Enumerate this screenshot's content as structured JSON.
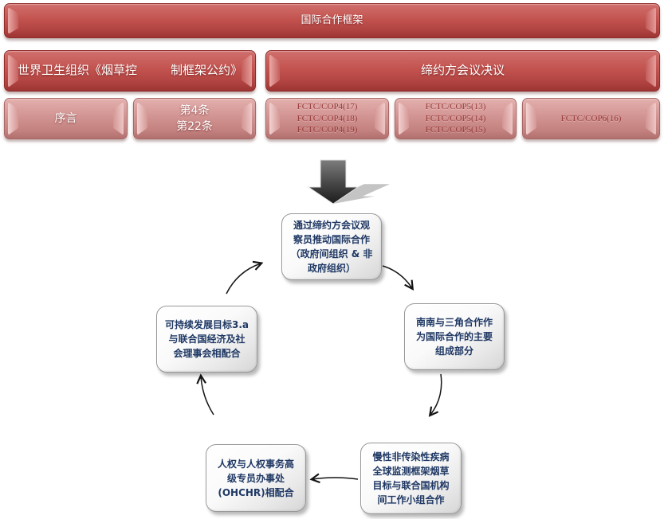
{
  "header": {
    "title": "国际合作框架"
  },
  "level2": {
    "fctc_title_left": "世界卫生组织《烟草控",
    "fctc_title_right": "制框架公约》",
    "cop_decisions_title": "缔约方会议决议"
  },
  "level3": {
    "preamble": "序言",
    "articles": {
      "lines": [
        "第4条",
        "第22条"
      ]
    },
    "cop4": {
      "lines": [
        "FCTC/COP4(17)",
        "FCTC/COP4(18)",
        "FCTC/COP4(19)"
      ]
    },
    "cop5": {
      "lines": [
        "FCTC/COP5(13)",
        "FCTC/COP5(14)",
        "FCTC/COP5(15)"
      ]
    },
    "cop6": {
      "lines": [
        "FCTC/COP6(16)"
      ]
    }
  },
  "cycle": {
    "top": "通过缔约方会议观察员推动国际合作（政府间组织 & 非政府组织）",
    "right": "南南与三角合作作为国际合作的主要组成部分",
    "bottom_right": "慢性非传染性疾病全球监测框架烟草目标与联合国机构间工作小组合作",
    "bottom_left": "人权与人权事务高级专员办事处(OHCHR)相配合",
    "left": "可持续发展目标3.a与联合国经济及社会理事会相配合"
  },
  "colors": {
    "banner_red": "#C0504D",
    "box_pink": "#CE8E8C",
    "fctc_text_red": "#943634",
    "cycle_text_navy": "#1F3864",
    "arrow_dark": "#2a2a2a",
    "arrow_shadow": "#c4c4c4"
  }
}
